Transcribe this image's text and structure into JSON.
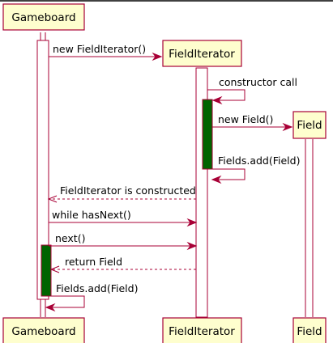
{
  "participants": {
    "gameboard": "Gameboard",
    "fielditerator": "FieldIterator",
    "field": "Field"
  },
  "messages": [
    "new FieldIterator()",
    "constructor call",
    "new Field()",
    "Fields.add(Field)",
    "FieldIterator is constructed",
    "while hasNext()",
    "next()",
    "return Field",
    "Fields.add(Field)"
  ],
  "colors": {
    "line": "#a80036",
    "participant_fill": "#fefece",
    "activation_active": "#006400"
  }
}
